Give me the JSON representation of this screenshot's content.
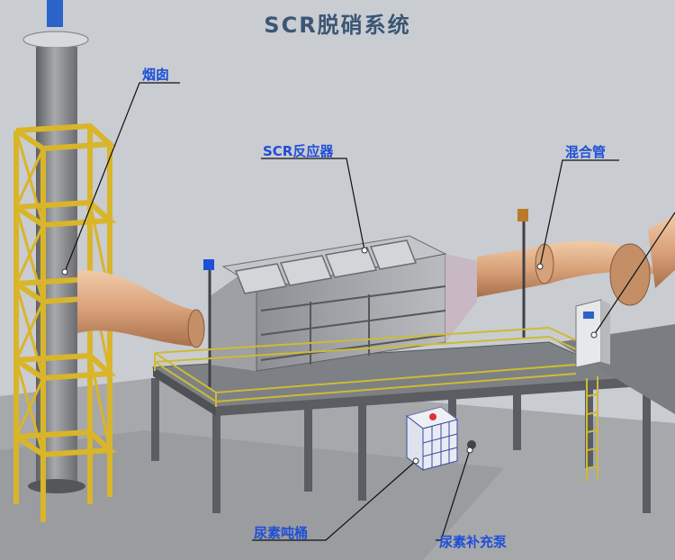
{
  "title": "SCR脱硝系统",
  "labels": {
    "chimney": "烟囱",
    "scr_reactor": "SCR反应器",
    "mixing_pipe": "混合管",
    "urea_tank": "尿素吨桶",
    "urea_pump": "尿素补充泵"
  }
}
